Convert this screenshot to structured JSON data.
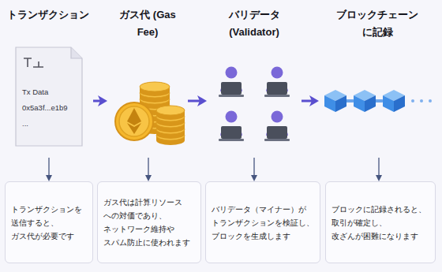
{
  "diagram": {
    "nodes": [
      {
        "text": [
          "トランザクション",
          "Tx Data",
          "0x5a3f...e1b9",
          "..."
        ]
      },
      {
        "text": [
          "ガス代 (Gas Fee)"
        ]
      },
      {
        "text": [
          "バリデータ (Validator)"
        ]
      },
      {
        "text": [
          "ブロックチェーン に記録"
        ]
      },
      {
        "text": [
          "トランザクションを 送信すると、 ガス代が必要です"
        ]
      },
      {
        "text": [
          "ガス代は計算リソース への対価であり、 ネットワーク維持や スパム防止に使われます"
        ]
      },
      {
        "text": [
          "バリデータ（マイナー）が トランザクションを検証し、 ブロックを生成します"
        ]
      },
      {
        "text": [
          "ブロックに記録されると、 取引が確定し、 改ざんが困難になります"
        ]
      }
    ],
    "edges": [
      {
        "from": 0,
        "to": 1,
        "arrow": "to"
      },
      {
        "from": 1,
        "to": 2,
        "arrow": "to"
      },
      {
        "from": 2,
        "to": 3,
        "arrow": "to"
      },
      {
        "from": 0,
        "to": 4,
        "arrow": "to"
      },
      {
        "from": 1,
        "to": 5,
        "arrow": "to"
      },
      {
        "from": 2,
        "to": 6,
        "arrow": "to"
      },
      {
        "from": 3,
        "to": 7,
        "arrow": "to"
      }
    ]
  }
}
